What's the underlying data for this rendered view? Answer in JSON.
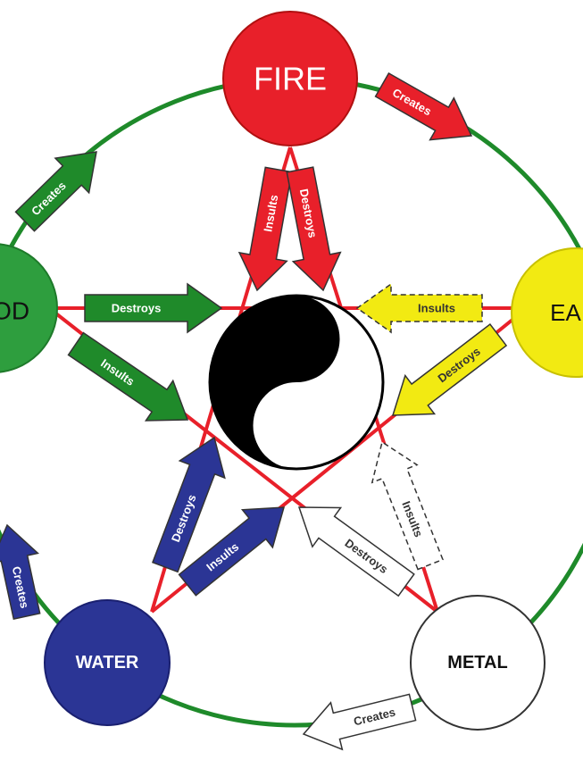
{
  "elements": {
    "fire": {
      "label": "FIRE",
      "color": "#e8202a",
      "text_color": "#ffffff"
    },
    "earth": {
      "label": "EARTH",
      "color": "#f2ea12",
      "text_color": "#111111"
    },
    "wood": {
      "label": "WOOD",
      "color": "#2e9e3e",
      "text_color": "#111111"
    },
    "water": {
      "label": "WATER",
      "color": "#2b3595",
      "text_color": "#ffffff"
    },
    "metal": {
      "label": "METAL",
      "color": "#ffffff",
      "text_color": "#111111"
    }
  },
  "cycle_color": "#1e8a2a",
  "star_color": "#e8202a",
  "arrows": [
    {
      "label": "Creates",
      "color": "#1f8a2a",
      "text": "#ffffff",
      "dashed": false
    },
    {
      "label": "Creates",
      "color": "#e8202a",
      "text": "#ffffff",
      "dashed": false
    },
    {
      "label": "Insults",
      "color": "#e8202a",
      "text": "#ffffff",
      "dashed": false
    },
    {
      "label": "Destroys",
      "color": "#e8202a",
      "text": "#ffffff",
      "dashed": false
    },
    {
      "label": "Destroys",
      "color": "#1f8a2a",
      "text": "#ffffff",
      "dashed": false
    },
    {
      "label": "Insults",
      "color": "#1f8a2a",
      "text": "#ffffff",
      "dashed": false
    },
    {
      "label": "Insults",
      "color": "#f2ea12",
      "text": "#333333",
      "dashed": true
    },
    {
      "label": "Destroys",
      "color": "#f2ea12",
      "text": "#333333",
      "dashed": false
    },
    {
      "label": "Destroys",
      "color": "#2b3595",
      "text": "#ffffff",
      "dashed": false
    },
    {
      "label": "Insults",
      "color": "#2b3595",
      "text": "#ffffff",
      "dashed": false
    },
    {
      "label": "Destroys",
      "color": "#ffffff",
      "text": "#333333",
      "dashed": false
    },
    {
      "label": "Insults",
      "color": "#ffffff",
      "text": "#333333",
      "dashed": true
    },
    {
      "label": "Creates",
      "color": "#ffffff",
      "text": "#333333",
      "dashed": false
    },
    {
      "label": "Creates",
      "color": "#2b3595",
      "text": "#ffffff",
      "dashed": false
    }
  ]
}
